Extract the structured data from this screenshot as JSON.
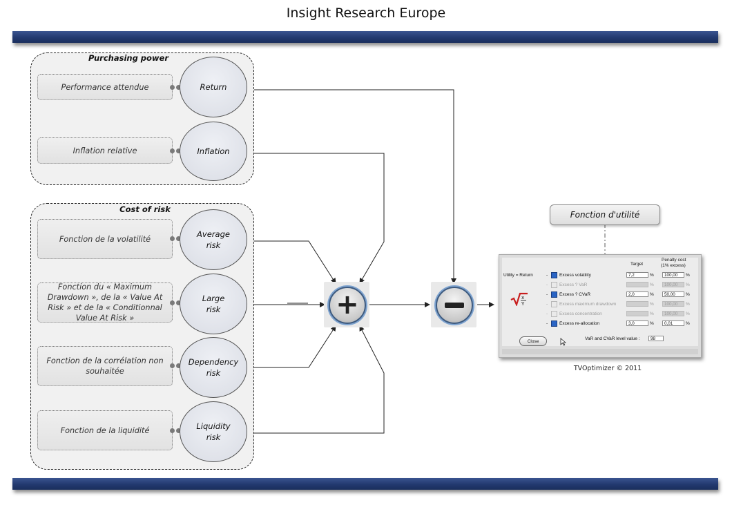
{
  "header": {
    "title": "Insight Research Europe"
  },
  "groups": {
    "purchasing": {
      "title": "Purchasing power",
      "rows": [
        {
          "description": "Performance attendue",
          "factor": "Return"
        },
        {
          "description": "Inflation relative",
          "factor": "Inflation"
        }
      ]
    },
    "risk": {
      "title": "Cost of risk",
      "rows": [
        {
          "description": "Fonction de la volatilité",
          "factor_line1": "Average",
          "factor_line2": "risk"
        },
        {
          "description": "Fonction du « Maximum Drawdown », de la « Value At Risk » et de la « Conditionnal Value At Risk »",
          "factor_line1": "Large",
          "factor_line2": "risk"
        },
        {
          "description": "Fonction de la corrélation non souhaitée",
          "factor_line1": "Dependency",
          "factor_line2": "risk"
        },
        {
          "description": "Fonction de la liquidité",
          "factor_line1": "Liquidity",
          "factor_line2": "risk"
        }
      ]
    }
  },
  "operators": {
    "plus_symbol": "+",
    "minus_symbol": "−"
  },
  "utility_label": "Fonction d'utilité",
  "optimizer_window": {
    "utility_label": "Utility = Return",
    "col_target": "Target",
    "col_penalty_line1": "Penalty cost",
    "col_penalty_line2": "(1% excess)",
    "rows": [
      {
        "label": "Excess volatility",
        "checked": true,
        "target": "7,2",
        "penalty": "100,00"
      },
      {
        "label": "Excess ? VaR",
        "checked": false,
        "target": "",
        "penalty": "100,00"
      },
      {
        "label": "Excess ? CVaR",
        "checked": true,
        "target": "2,0",
        "penalty": "50,00"
      },
      {
        "label": "Excess maximum drawdown",
        "checked": false,
        "target": "",
        "penalty": "100,00"
      },
      {
        "label": "Excess concentration",
        "checked": false,
        "target": "",
        "penalty": "100,00"
      },
      {
        "label": "Excess re-allocation",
        "checked": true,
        "target": "3,0",
        "penalty": "0,01"
      }
    ],
    "percent": "%",
    "close_label": "Close",
    "level_label": "VaR and CVaR level value :",
    "level_value": "98"
  },
  "copyright": "TVOptimizer © 2011",
  "colors": {
    "band": "#22396f",
    "operator_ring": "#3c5a80",
    "check_on": "#2a64c4"
  }
}
